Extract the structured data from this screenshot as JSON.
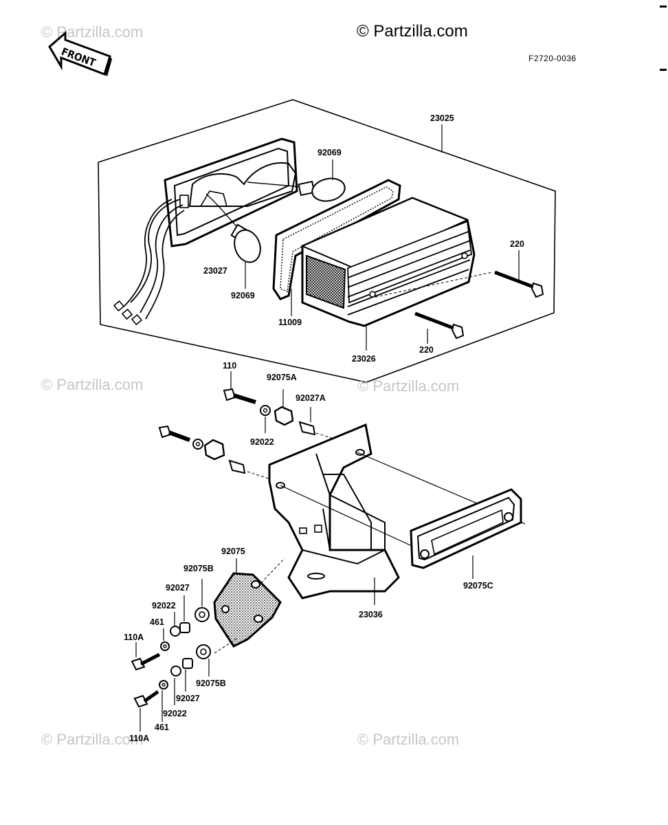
{
  "header": {
    "copyright": "© Partzilla.com",
    "figure_code": "F2720-0036",
    "front_label": "FRONT"
  },
  "watermark": "© Partzilla.com",
  "labels": {
    "p23025": "23025",
    "p92069_top": "92069",
    "p23027": "23027",
    "p92069_bottom": "92069",
    "p11009": "11009",
    "p220_upper": "220",
    "p220_lower": "220",
    "p23026": "23026",
    "p110": "110",
    "p92075A": "92075A",
    "p92027A": "92027A",
    "p92022_top": "92022",
    "p92075": "92075",
    "p92075B_top": "92075B",
    "p92027_top": "92027",
    "p92022_mid": "92022",
    "p461_top": "461",
    "p110A_top": "110A",
    "p92075B_bottom": "92075B",
    "p92027_bottom": "92027",
    "p92022_bottom": "92022",
    "p461_bottom": "461",
    "p110A_bottom": "110A",
    "p23036": "23036",
    "p92075C": "92075C"
  }
}
